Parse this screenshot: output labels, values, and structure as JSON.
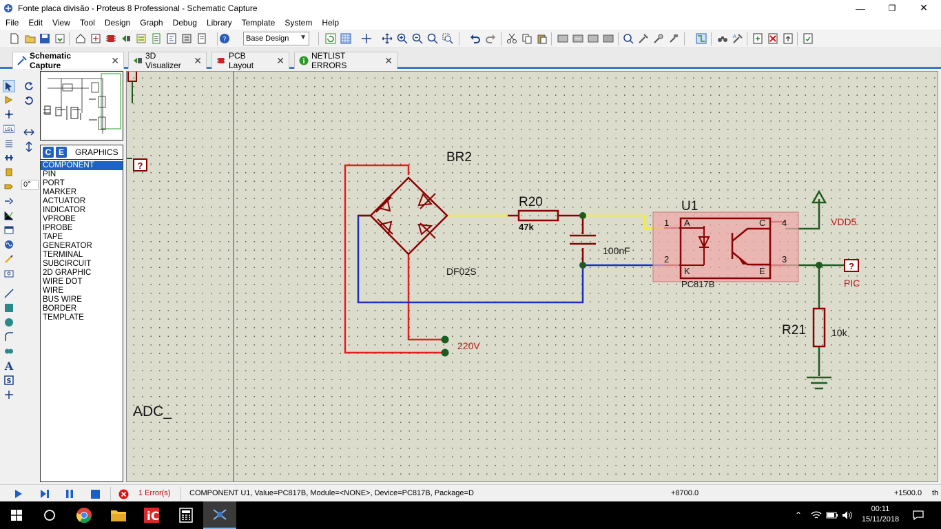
{
  "window": {
    "title": "Fonte placa divisão  - Proteus 8 Professional - Schematic Capture"
  },
  "menu": [
    "File",
    "Edit",
    "View",
    "Tool",
    "Design",
    "Graph",
    "Debug",
    "Library",
    "Template",
    "System",
    "Help"
  ],
  "toolbar": {
    "design_select": "Base Design"
  },
  "tabs": [
    {
      "label": "Schematic Capture",
      "active": true
    },
    {
      "label": "3D Visualizer",
      "active": false
    },
    {
      "label": "PCB Layout",
      "active": false
    },
    {
      "label": "NETLIST ERRORS",
      "active": false
    }
  ],
  "left_tools": {
    "rotation": "0°"
  },
  "object_selector": {
    "mode_c": "C",
    "mode_e": "E",
    "header": "GRAPHICS",
    "items": [
      "COMPONENT",
      "PIN",
      "PORT",
      "MARKER",
      "ACTUATOR",
      "INDICATOR",
      "VPROBE",
      "IPROBE",
      "TAPE",
      "GENERATOR",
      "TERMINAL",
      "SUBCIRCUIT",
      "2D GRAPHIC",
      "WIRE DOT",
      "WIRE",
      "BUS WIRE",
      "BORDER",
      "TEMPLATE"
    ],
    "selected": "COMPONENT"
  },
  "schematic": {
    "br2_ref": "BR2",
    "br2_value": "DF02S",
    "r20_ref": "R20",
    "r20_value": "47k",
    "cap_value": "100nF",
    "u1_ref": "U1",
    "u1_value": "PC817B",
    "pin1": "1",
    "pin2": "2",
    "pin3": "3",
    "pin4": "4",
    "pin_a": "A",
    "pin_k": "K",
    "pin_c": "C",
    "pin_e": "E",
    "vdd_label": "VDD5",
    "port_q": "?",
    "pic_label": "PIC",
    "r21_ref": "R21",
    "r21_value": "10k",
    "ac_label": "220V",
    "adc_label": "ADC_",
    "colors": {
      "wire_red": "#e31e1e",
      "wire_blue": "#1f2fbf",
      "wire_yellow": "#f3f31a",
      "wire_green": "#1f5a1f",
      "component": "#8b0000",
      "highlight": "#eeaaaa"
    }
  },
  "status": {
    "errors": "1 Error(s)",
    "message": "COMPONENT U1, Value=PC817B, Module=<NONE>, Device=PC817B, Package=D",
    "x_coord": "+8700.0",
    "y_coord": "+1500.0",
    "units": "th"
  },
  "clock": {
    "time": "00:11",
    "date": "15/11/2018"
  }
}
